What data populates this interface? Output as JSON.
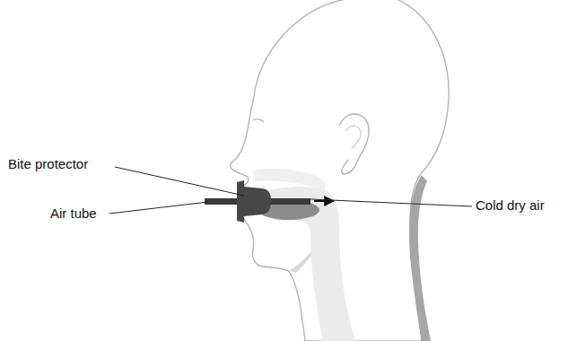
{
  "diagram": {
    "labels": [
      "Bite protector",
      "Air tube",
      "Cold dry air"
    ]
  }
}
